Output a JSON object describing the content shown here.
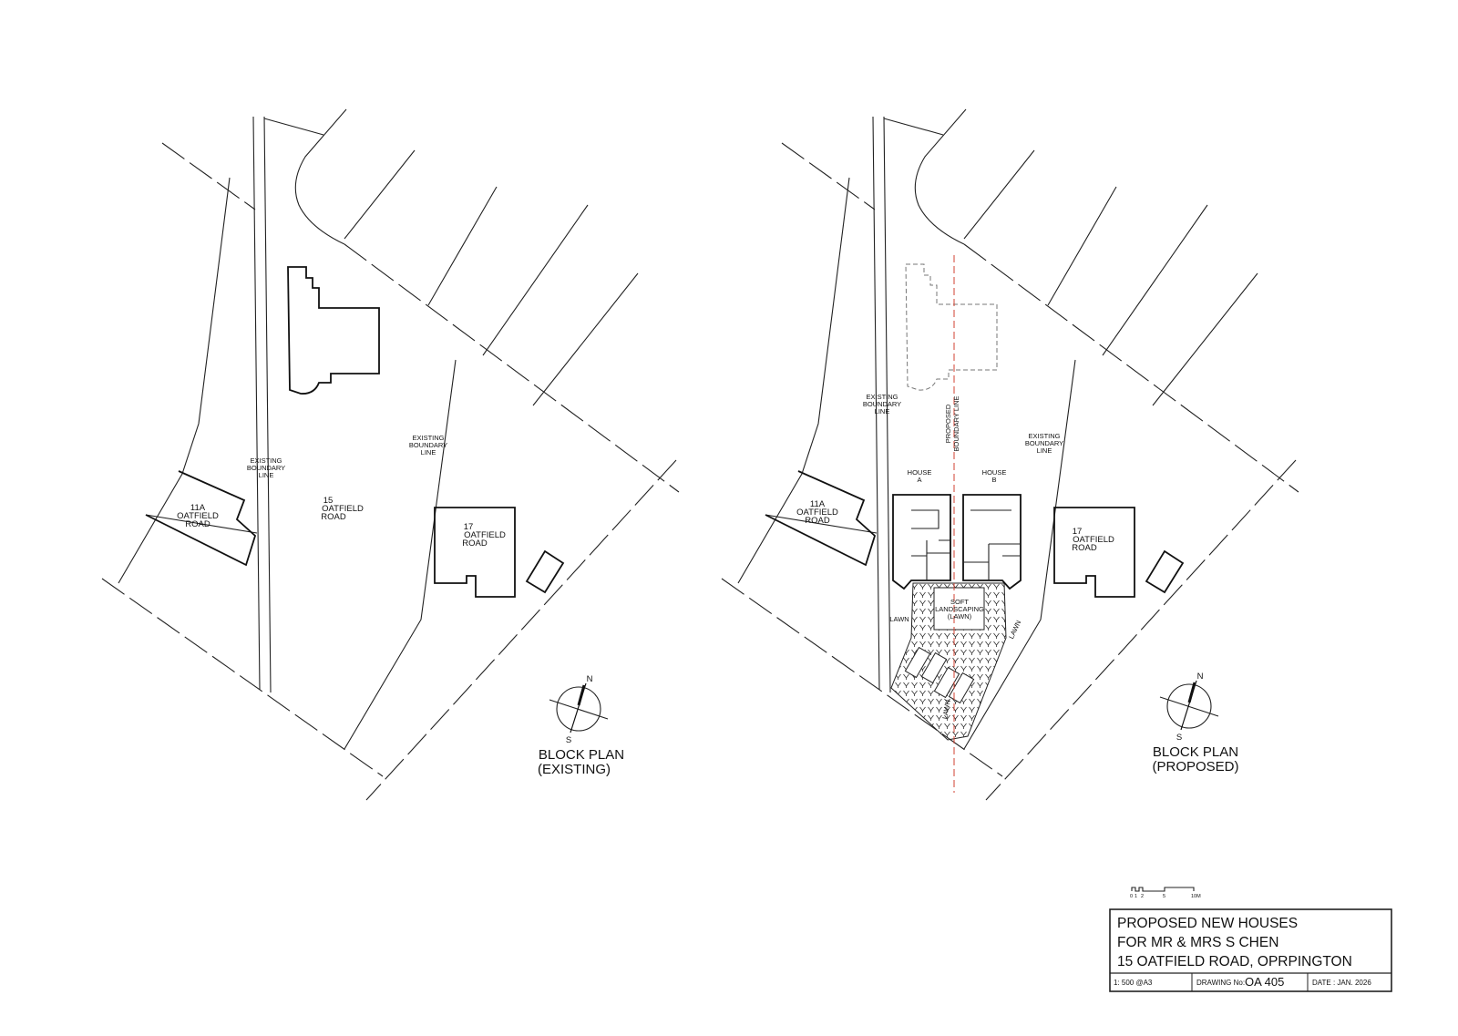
{
  "existing_plan": {
    "title_line1": "BLOCK PLAN",
    "title_line2": "(EXISTING)",
    "plots": [
      {
        "name": "11A",
        "line1": "11A",
        "line2": "OATFIELD",
        "line3": "ROAD"
      },
      {
        "name": "15",
        "line1": "15",
        "line2": "OATFIELD",
        "line3": "ROAD"
      },
      {
        "name": "17",
        "line1": "17",
        "line2": "OATFIELD",
        "line3": "ROAD"
      }
    ],
    "boundary_labels": [
      {
        "line1": "EXISTING",
        "line2": "BOUNDARY",
        "line3": "LINE"
      },
      {
        "line1": "EXISTING",
        "line2": "BOUNDARY",
        "line3": "LINE"
      }
    ]
  },
  "proposed_plan": {
    "title_line1": "BLOCK PLAN",
    "title_line2": "(PROPOSED)",
    "plots": [
      {
        "name": "11A",
        "line1": "11A",
        "line2": "OATFIELD",
        "line3": "ROAD"
      },
      {
        "name": "17",
        "line1": "17",
        "line2": "OATFIELD",
        "line3": "ROAD"
      }
    ],
    "boundary_labels": [
      {
        "line1": "EXISTING",
        "line2": "BOUNDARY",
        "line3": "LINE"
      },
      {
        "line1": "EXISTING",
        "line2": "BOUNDARY",
        "line3": "LINE"
      }
    ],
    "proposed_boundary": {
      "line1": "PROPOSED",
      "line2": "BOUNDARY LINE"
    },
    "proposed_boundary_color": "#d04030",
    "houses": [
      {
        "line1": "HOUSE",
        "line2": "A"
      },
      {
        "line1": "HOUSE",
        "line2": "B"
      }
    ],
    "soft_landscaping": {
      "line1": "SOFT",
      "line2": "LANDSCAPING",
      "line3": "(LAWN)"
    },
    "lawn_labels": [
      "LAWN",
      "LAWN",
      "LAWN"
    ]
  },
  "compass": {
    "north": "N",
    "south": "S"
  },
  "scale_bar": {
    "ticks": [
      "0",
      "1",
      "2",
      "5",
      "10M"
    ]
  },
  "title_block": {
    "line1": "PROPOSED  NEW  HOUSES",
    "line2": "FOR MR & MRS S CHEN",
    "line3": "15 OATFIELD ROAD, OPRPINGTON",
    "scale": "1: 500 @A3",
    "drawing_no_label": "DRAWING No:",
    "drawing_no": "OA 405",
    "date": "DATE :  JAN. 2026"
  }
}
